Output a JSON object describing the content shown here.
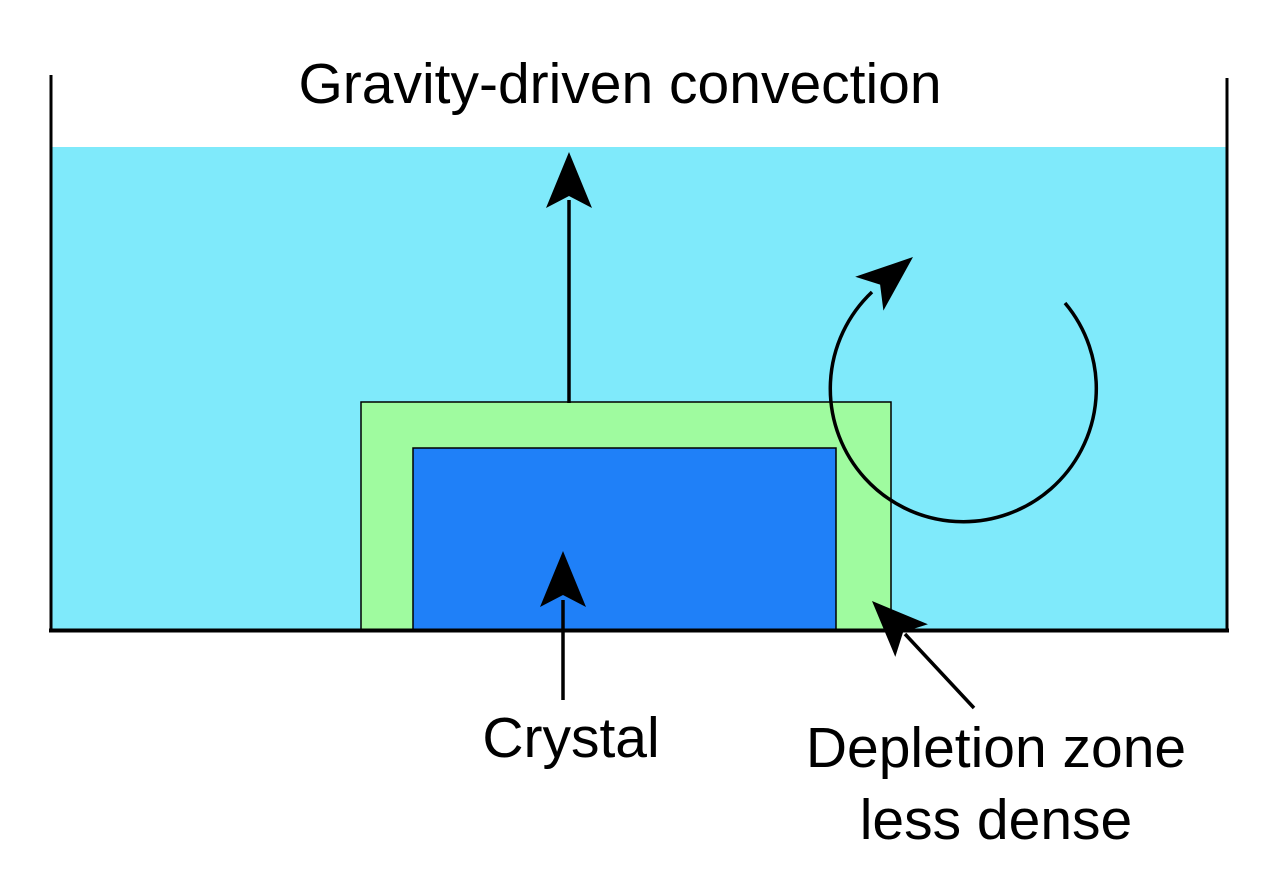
{
  "title": "Gravity-driven convection",
  "labels": {
    "crystal": "Crystal",
    "depletion_line1": "Depletion zone",
    "depletion_line2": "less dense"
  },
  "colors": {
    "solution": "#7feafb",
    "depletion_zone": "#9ffb9f",
    "crystal": "#1f80f8",
    "outline": "#000000",
    "background": "#ffffff"
  }
}
